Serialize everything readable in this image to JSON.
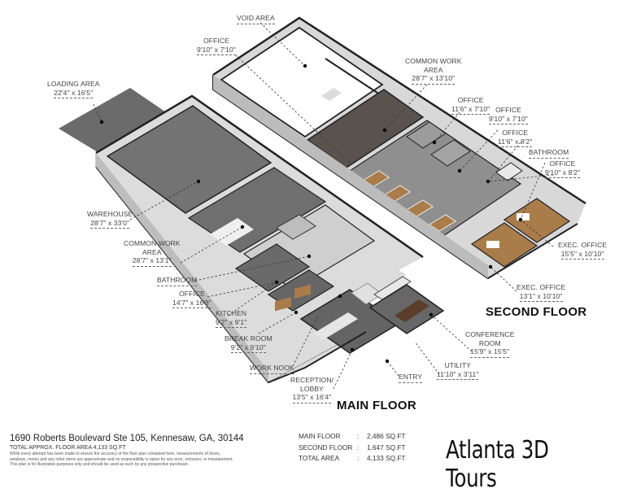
{
  "floors": {
    "main_title": "MAIN FLOOR",
    "second_title": "SECOND FLOOR"
  },
  "main_floor_rooms": [
    {
      "name": "LOADING AREA",
      "dims": "22'4\" x 16'5\""
    },
    {
      "name": "WAREHOUSE",
      "dims": "28'7\" x 33'0\""
    },
    {
      "name": "COMMON WORK AREA",
      "name_line1": "COMMON WORK",
      "name_line2": "AREA",
      "dims": "28'7\" x 13'1\""
    },
    {
      "name": "BATHROOM",
      "dims": ""
    },
    {
      "name": "OFFICE",
      "dims": "14'7\" x 16'8\""
    },
    {
      "name": "KITCHEN",
      "dims": "9'2\" x 9'1\""
    },
    {
      "name": "BREAK ROOM",
      "dims": "9'2\" x 9'10\""
    },
    {
      "name": "WORK NOOK",
      "dims": ""
    },
    {
      "name": "RECEPTION/ LOBBY",
      "name_line1": "RECEPTION/",
      "name_line2": "LOBBY",
      "dims": "13'5\" x 16'4\""
    },
    {
      "name": "ENTRY",
      "dims": ""
    },
    {
      "name": "UTILITY",
      "dims": "11'10\" x 3'11\""
    },
    {
      "name": "CONFERENCE ROOM",
      "name_line1": "CONFERENCE",
      "name_line2": "ROOM",
      "dims": "15'9\" x 15'5\""
    }
  ],
  "second_floor_rooms": [
    {
      "name": "VOID AREA",
      "dims": ""
    },
    {
      "name": "OFFICE",
      "dims": "9'10\" x 7'10\""
    },
    {
      "name": "COMMON WORK AREA",
      "name_line1": "COMMON WORK",
      "name_line2": "AREA",
      "dims": "28'7\" x 13'10\""
    },
    {
      "name": "OFFICE",
      "dims": "11'6\" x 7'10\""
    },
    {
      "name": "OFFICE",
      "dims": "9'10\" x 7'10\""
    },
    {
      "name": "OFFICE",
      "dims": "11'6\" x 8'2\""
    },
    {
      "name": "BATHROOM",
      "dims": ""
    },
    {
      "name": "OFFICE",
      "dims": "9'10\" x 8'2\""
    },
    {
      "name": "EXEC. OFFICE",
      "dims": "15'5\" x 10'10\""
    },
    {
      "name": "EXEC. OFFICE",
      "dims": "13'1\" x 10'10\""
    }
  ],
  "footer": {
    "address": "1690 Roberts Boulevard Ste 105, Kennesaw, GA, 30144",
    "total_approx": "TOTAL APPROX. FLOOR AREA 4,133 SQ.FT",
    "disclaimer_1": "While every attempt has been made to ensure the accuracy of the floor plan contained here, measurements of doors,",
    "disclaimer_2": "windows, rooms and any other items are approximate and no responsibility is taken for any error, omission, or misstatement.",
    "disclaimer_3": "This plan is for illustrative purposes only and should be used as such by any prospective purchaser.",
    "areas": [
      {
        "label": "MAIN FLOOR",
        "value": "2,486 SQ.FT"
      },
      {
        "label": "SECOND FLOOR",
        "value": "1,647 SQ.FT"
      },
      {
        "label": "TOTAL AREA",
        "value": "4,133 SQ.FT"
      }
    ],
    "brand": "Atlanta 3D Tours"
  },
  "colors": {
    "warehouse_floor": "#6e6e6e",
    "tile_floor": "#5e5e5e",
    "wood_floor": "#a97c4a",
    "dark_carpet": "#5a524d",
    "wall": "#f2f2f2",
    "wall_edge": "#222222"
  }
}
